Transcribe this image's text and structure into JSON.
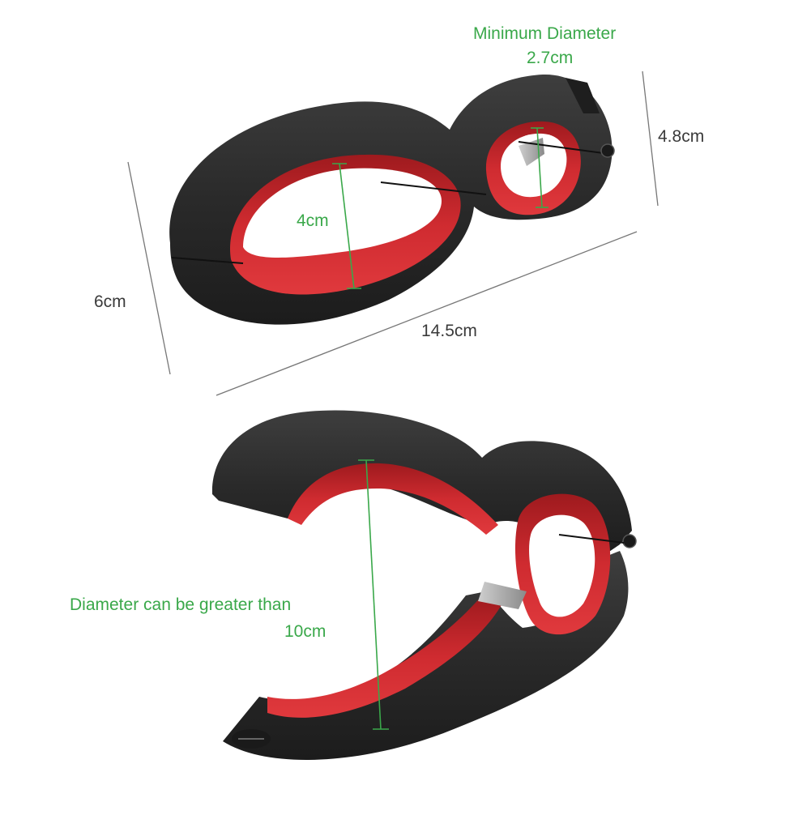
{
  "labels": {
    "min_diameter_title": "Minimum Diameter",
    "min_diameter_value": "2.7cm",
    "large_hole_diameter": "4cm",
    "small_end_height": "4.8cm",
    "tool_width": "6cm",
    "tool_length": "14.5cm",
    "open_diameter_line1": "Diameter can be greater than",
    "open_diameter_line2": "10cm"
  },
  "colors": {
    "annotation_green": "#3aa84a",
    "dimension_text": "#3a3a3a",
    "tool_body": "#2b2b2b",
    "tool_inner": "#cc2a2e",
    "background": "#ffffff"
  }
}
